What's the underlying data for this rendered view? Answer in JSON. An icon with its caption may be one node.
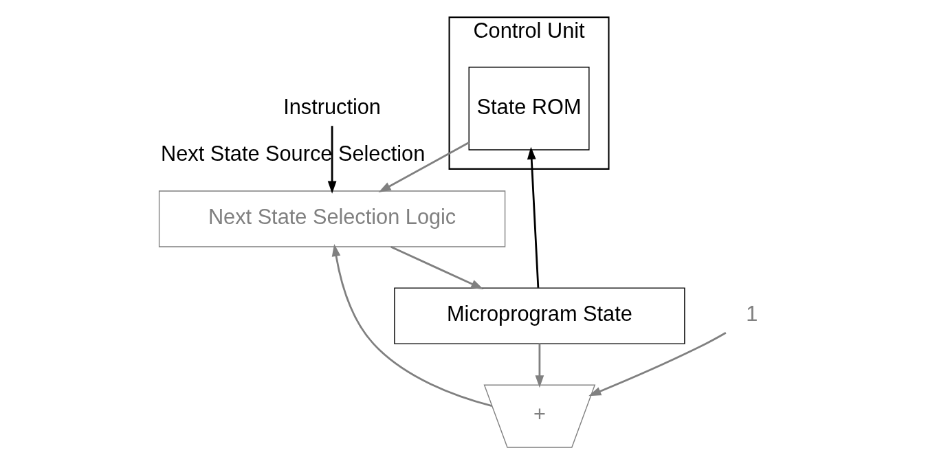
{
  "diagram": {
    "nodes": [
      {
        "text": [
          "Control Unit"
        ]
      },
      {
        "text": [
          "State ROM"
        ],
        "in": 0
      },
      {
        "text": [
          "Microprogram State"
        ]
      },
      {
        "text": [
          "Next State Selection Logic"
        ]
      },
      {
        "text": [
          "+"
        ]
      },
      {
        "text": [
          "1"
        ]
      },
      {
        "text": [
          "Instruction"
        ]
      }
    ],
    "edges": [
      {
        "from": 2,
        "to": 1,
        "arrow": "to",
        "color": "#000000"
      },
      {
        "from": 2,
        "to": 4,
        "arrow": "to"
      },
      {
        "from": 5,
        "to": 4,
        "arrow": "to"
      },
      {
        "from": 4,
        "to": 3,
        "arrow": "to"
      },
      {
        "from": 3,
        "to": 2,
        "arrow": "to"
      },
      {
        "from": 1,
        "to": 3,
        "arrow": "to",
        "label": "Next State Source Selection"
      },
      {
        "from": 6,
        "to": 3,
        "arrow": "to",
        "color": "#000000"
      }
    ]
  }
}
